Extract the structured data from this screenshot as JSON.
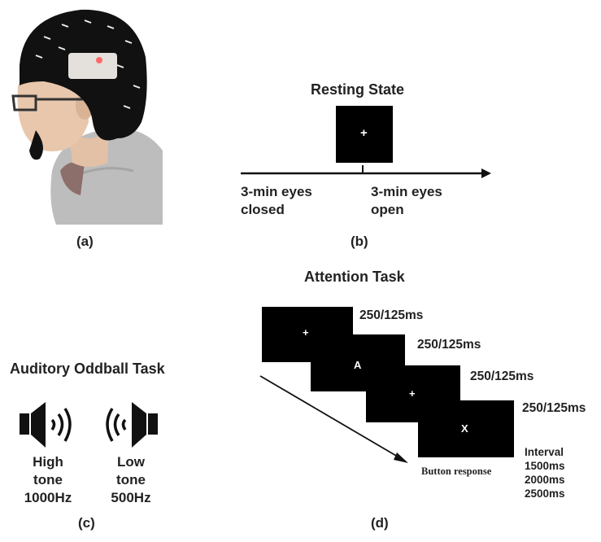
{
  "panel_a": {
    "label": "(a)",
    "photo": "person wearing EEG cap"
  },
  "panel_b": {
    "title": "Resting State",
    "stimulus": "+",
    "left_line1": "3-min eyes",
    "left_line2": "closed",
    "right_line1": "3-min eyes",
    "right_line2": "open",
    "label": "(b)"
  },
  "panel_c": {
    "title": "Auditory Oddball Task",
    "high_line1": "High",
    "high_line2": "tone",
    "high_line3": "1000Hz",
    "low_line1": "Low",
    "low_line2": "tone",
    "low_line3": "500Hz",
    "label": "(c)",
    "high_icon": "speaker-high-icon",
    "low_icon": "speaker-low-icon"
  },
  "panel_d": {
    "title": "Attention Task",
    "screens": [
      {
        "stimulus": "+",
        "timing": "250/125ms"
      },
      {
        "stimulus": "A",
        "timing": "250/125ms"
      },
      {
        "stimulus": "+",
        "timing": "250/125ms"
      },
      {
        "stimulus": "X",
        "timing": "250/125ms"
      }
    ],
    "button_response": "Button response",
    "interval_title": "Interval",
    "intervals": [
      "1500ms",
      "2000ms",
      "2500ms"
    ],
    "label": "(d)"
  }
}
